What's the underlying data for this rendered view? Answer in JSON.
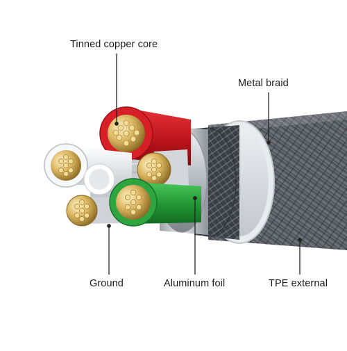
{
  "labels": {
    "core": "Tinned copper core",
    "braid": "Metal braid",
    "ground": "Ground",
    "foil": "Aluminum foil",
    "tpe": "TPE external"
  },
  "colors": {
    "red_insulation": "#c8171f",
    "green_insulation": "#27a13a",
    "copper": "#d8b35a",
    "silver": "#c9cdd2",
    "braid": "#4a4e55",
    "leader_line": "#222222"
  }
}
